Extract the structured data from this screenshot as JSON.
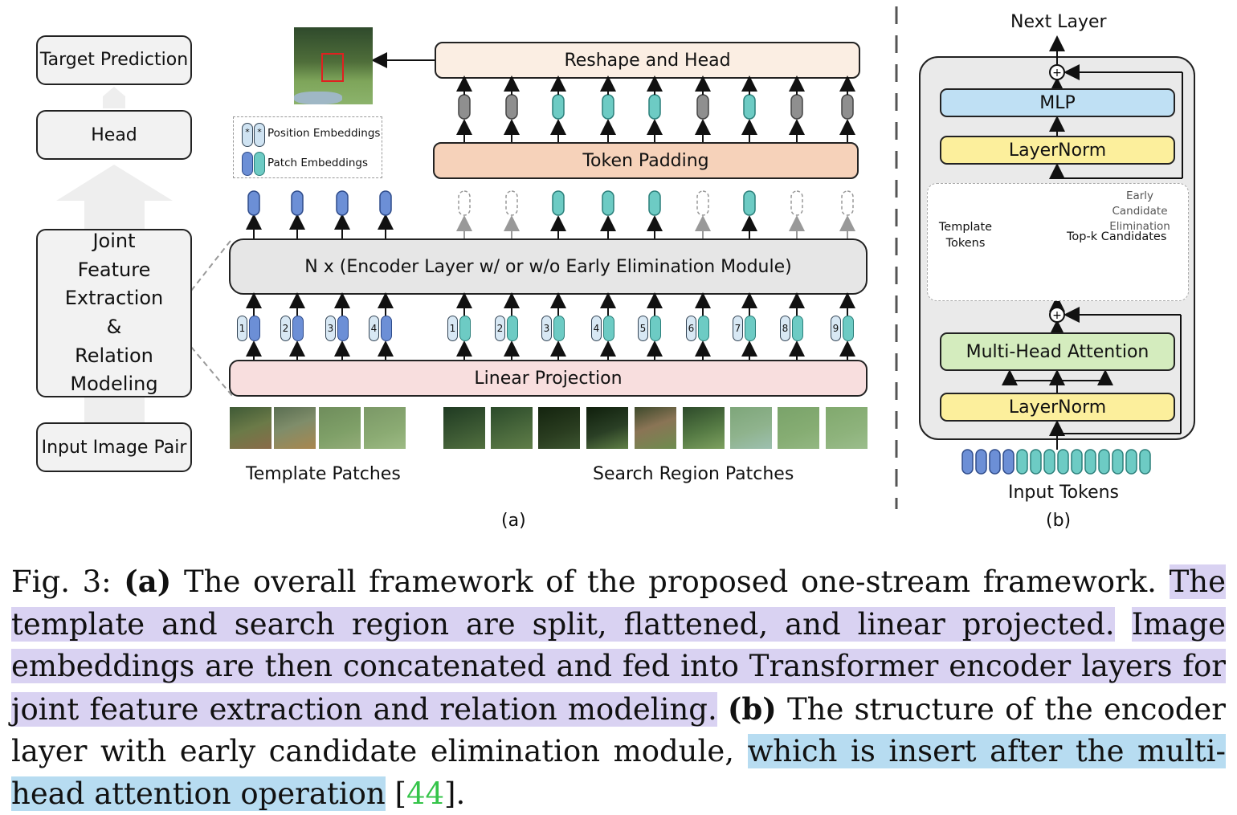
{
  "left_pipeline": {
    "target_prediction": "Target Prediction",
    "head": "Head",
    "joint": [
      "Joint",
      "Feature",
      "Extraction",
      "&",
      "Relation",
      "Modeling"
    ],
    "input_pair": "Input Image Pair"
  },
  "panel_a": {
    "reshape_head": "Reshape and Head",
    "token_padding": "Token Padding",
    "encoder": "N x (Encoder Layer w/ or w/o Early Elimination Module)",
    "linear_projection": "Linear Projection",
    "legend_position": "Position Embeddings",
    "legend_patch": "Patch Embeddings",
    "legend_star": "*",
    "template_patches_label": "Template Patches",
    "search_patches_label": "Search Region Patches",
    "template_indices": [
      "1",
      "2",
      "3",
      "4"
    ],
    "search_indices": [
      "1",
      "2",
      "3",
      "4",
      "5",
      "6",
      "7",
      "8",
      "9"
    ],
    "label": "(a)"
  },
  "panel_b": {
    "next_layer": "Next Layer",
    "mlp": "MLP",
    "layernorm_top": "LayerNorm",
    "early_elim": "Early Candidate Elimination",
    "template_tokens": "Template Tokens",
    "topk": "Top-k Candidates",
    "mha": "Multi-Head Attention",
    "layernorm_bottom": "LayerNorm",
    "plus": "+",
    "input_tokens": "Input Tokens",
    "label": "(b)"
  },
  "caption": {
    "fig": "Fig. 3:",
    "a_tag": "(a)",
    "s1": "The overall framework of the proposed one-stream framework.",
    "s2": "The template and search region are split, flattened, and linear projected.",
    "s3": "Image embeddings are then concatenated and fed into Transformer encoder layers for joint feature extraction and relation modeling.",
    "b_tag": "(b)",
    "s4": "The structure of the encoder layer with early candidate elimination module,",
    "s5": "which is insert after the multi-head attention operation",
    "ref_open": "[",
    "ref": "44",
    "ref_close": "]."
  },
  "colors": {
    "reshape": "#fbeee3",
    "padding": "#f6d2ba",
    "encoder": "#e6e6e6",
    "linear": "#f8dede",
    "mlp": "#bfe0f4",
    "layernorm": "#fcef9c",
    "mha": "#d4ecbe",
    "token_blue": "#6c8fd6",
    "token_teal": "#6dcbc4",
    "token_gray": "#8f8f8f"
  }
}
